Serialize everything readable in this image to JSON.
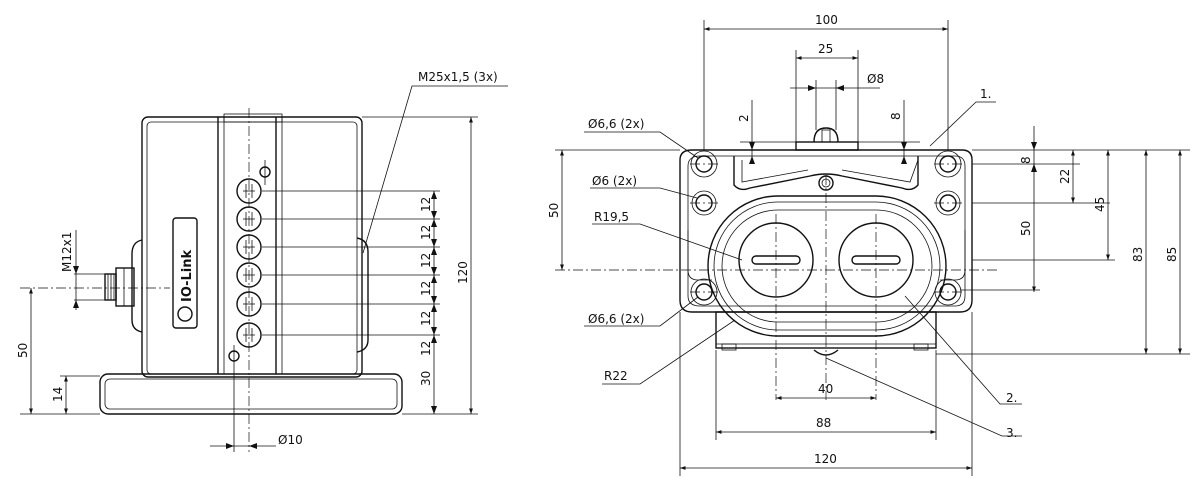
{
  "side_view": {
    "thread_label": "M25x1,5 (3x)",
    "connector_label": "M12x1",
    "dim_height": "120",
    "dim_connector_height": "50",
    "dim_base": "14",
    "dim_pitch": [
      "12",
      "12",
      "12",
      "12",
      "12",
      "12",
      "12"
    ],
    "dim_bottom": "30",
    "dim_hole": "Ø10",
    "logo_text": "IO-Link"
  },
  "front_view": {
    "dim_width_top": "100",
    "dim_25": "25",
    "dim_d8": "Ø8",
    "dim_2": "2",
    "dim_8_top": "8",
    "hole_top": "Ø6,6 (2x)",
    "hole_mid": "Ø6 (2x)",
    "hole_bottom": "Ø6,6 (2x)",
    "radius_1": "R19,5",
    "radius_2": "R22",
    "dim_50_left": "50",
    "dim_8_right": "8",
    "dim_22": "22",
    "dim_50_right": "50",
    "dim_45": "45",
    "dim_83": "83",
    "dim_85": "85",
    "dim_40": "40",
    "dim_88": "88",
    "dim_120": "120",
    "callout_1": "1.",
    "callout_2": "2.",
    "callout_3": "3."
  }
}
